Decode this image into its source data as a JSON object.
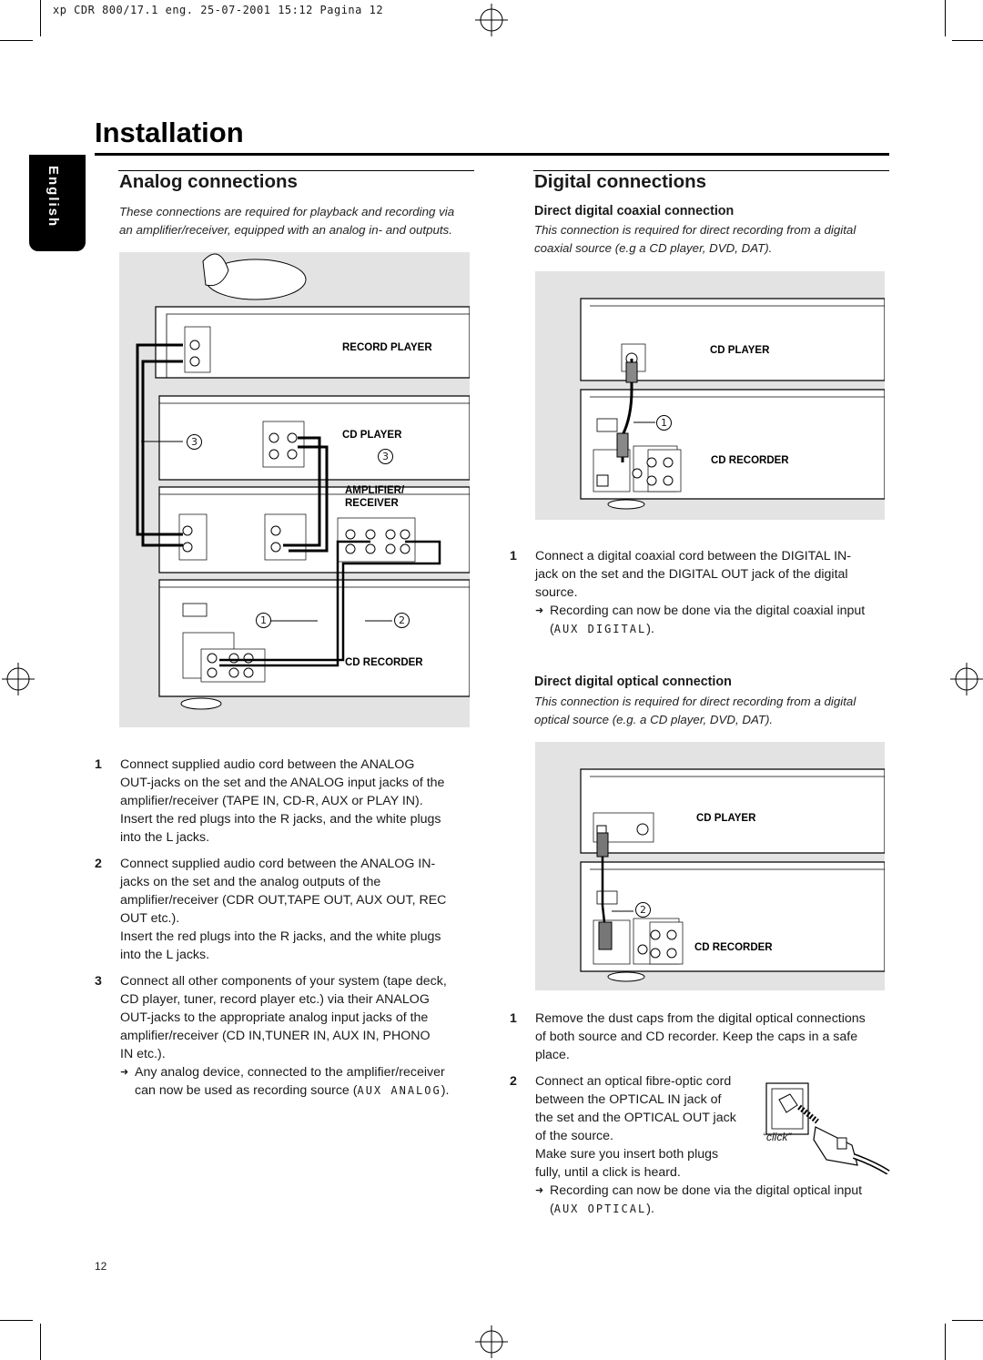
{
  "header": {
    "line": "xp CDR 800/17.1 eng.  25-07-2001 15:12  Pagina 12"
  },
  "page_title": "Installation",
  "language_tab": "English",
  "analog": {
    "title": "Analog connections",
    "intro": [
      "These connections are required for playback and recording via",
      "an amplifier/receiver, equipped with an analog in- and outputs."
    ],
    "diagram": {
      "labels": {
        "record_player": "RECORD PLAYER",
        "cd_player": "CD PLAYER",
        "amplifier": "AMPLIFIER/",
        "receiver": "RECEIVER",
        "cd_recorder": "CD RECORDER"
      },
      "callouts": {
        "one": "1",
        "two": "2",
        "three": "3"
      }
    },
    "steps": [
      {
        "num": "1",
        "lines": [
          "Connect supplied audio cord between the ANALOG",
          "OUT-jacks on the set and the ANALOG input jacks of the",
          "amplifier/receiver (TAPE IN, CD-R, AUX or PLAY IN).",
          "Insert the red plugs into the R jacks, and the white plugs",
          "into the L jacks."
        ]
      },
      {
        "num": "2",
        "lines": [
          "Connect supplied audio cord between the ANALOG IN-",
          "jacks on the set and the analog outputs of the",
          "amplifier/receiver (CDR OUT,TAPE OUT, AUX OUT, REC",
          "OUT etc.).",
          "Insert the red plugs into the R jacks, and the white plugs",
          "into the L jacks."
        ]
      },
      {
        "num": "3",
        "lines": [
          "Connect all other components of your system (tape deck,",
          "CD player, tuner, record player etc.) via their ANALOG",
          "OUT-jacks  to the appropriate analog input jacks of the",
          "amplifier/receiver (CD IN,TUNER IN, AUX IN, PHONO",
          "IN etc.)."
        ],
        "result_a": "Any analog device, connected to the amplifier/receiver",
        "result_b": "can now be used as recording source (",
        "result_lcd": "AUX ANALOG",
        "result_end": ")."
      }
    ]
  },
  "digital": {
    "title": "Digital connections",
    "coaxial": {
      "title": "Direct digital coaxial connection",
      "intro": [
        "This connection is required for direct recording from a digital",
        "coaxial source (e.g a CD player, DVD, DAT)."
      ],
      "diagram": {
        "cd_player": "CD PLAYER",
        "cd_recorder": "CD RECORDER",
        "callout": "1"
      },
      "step": {
        "num": "1",
        "lines": [
          "Connect a digital coaxial cord between the DIGITAL IN-",
          "jack on the set and the DIGITAL OUT jack of the digital",
          "source."
        ],
        "result": "Recording can now be done via the digital coaxial input",
        "result_open": "(",
        "result_lcd": "AUX DIGITAL",
        "result_end": ")."
      }
    },
    "optical": {
      "title": "Direct digital optical connection",
      "intro": [
        "This connection is required for direct recording from a digital",
        "optical source (e.g. a CD player, DVD, DAT)."
      ],
      "diagram": {
        "cd_player": "CD PLAYER",
        "cd_recorder": "CD RECORDER",
        "callout": "2"
      },
      "steps": [
        {
          "num": "1",
          "lines": [
            "Remove the dust caps from the digital optical connections",
            "of both source and CD recorder. Keep the caps in a safe",
            "place."
          ]
        },
        {
          "num": "2",
          "lines": [
            "Connect an optical fibre-optic cord",
            "between the OPTICAL IN jack of",
            "the set and the OPTICAL OUT jack",
            "of the source.",
            "Make sure you insert both plugs",
            "fully, until a click is heard."
          ],
          "result": "Recording can now be done via the digital optical input",
          "result_open": "(",
          "result_lcd": "AUX OPTICAL",
          "result_end": ")."
        }
      ],
      "click_label": "“click”"
    }
  },
  "page_number": "12"
}
